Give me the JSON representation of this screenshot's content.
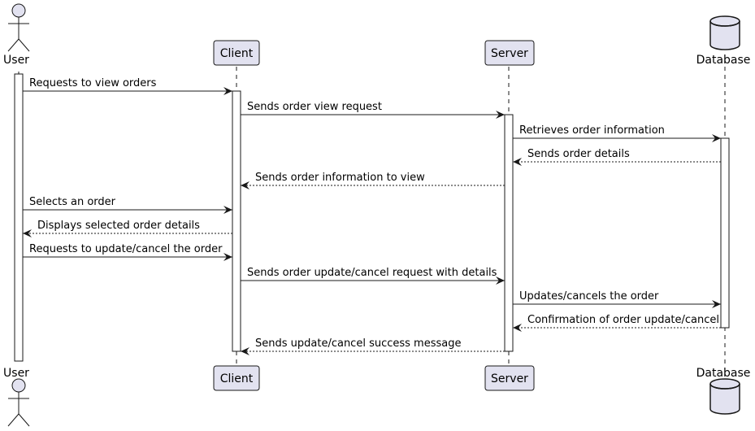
{
  "participants": [
    {
      "id": "user",
      "label": "User",
      "kind": "actor"
    },
    {
      "id": "client",
      "label": "Client",
      "kind": "participant"
    },
    {
      "id": "server",
      "label": "Server",
      "kind": "participant"
    },
    {
      "id": "database",
      "label": "Database",
      "kind": "database"
    }
  ],
  "messages": [
    {
      "from": "user",
      "to": "client",
      "label": "Requests to view orders",
      "style": "solid"
    },
    {
      "from": "client",
      "to": "server",
      "label": "Sends order view request",
      "style": "solid"
    },
    {
      "from": "server",
      "to": "database",
      "label": "Retrieves order information",
      "style": "solid"
    },
    {
      "from": "database",
      "to": "server",
      "label": "Sends order details",
      "style": "dashed"
    },
    {
      "from": "server",
      "to": "client",
      "label": "Sends order information to view",
      "style": "dashed"
    },
    {
      "from": "user",
      "to": "client",
      "label": "Selects an order",
      "style": "solid"
    },
    {
      "from": "client",
      "to": "user",
      "label": "Displays selected order details",
      "style": "dashed"
    },
    {
      "from": "user",
      "to": "client",
      "label": "Requests to update/cancel the order",
      "style": "solid"
    },
    {
      "from": "client",
      "to": "server",
      "label": "Sends order update/cancel request with details",
      "style": "solid"
    },
    {
      "from": "server",
      "to": "database",
      "label": "Updates/cancels the order",
      "style": "solid"
    },
    {
      "from": "database",
      "to": "server",
      "label": "Confirmation of order update/cancel",
      "style": "dashed"
    },
    {
      "from": "server",
      "to": "client",
      "label": "Sends update/cancel success message",
      "style": "dashed"
    }
  ],
  "colors": {
    "participant_fill": "#E2E2F0",
    "participant_stroke": "#181818",
    "lifeline": "#181818",
    "activation_fill": "#FFFFFF",
    "arrow": "#181818"
  }
}
